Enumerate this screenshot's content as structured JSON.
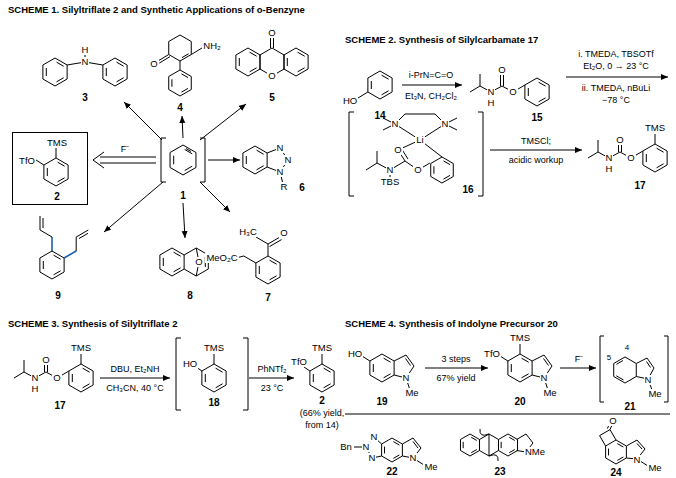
{
  "diagram": {
    "nodes": [
      {
        "text": [
          "TMS",
          "TfO",
          "2"
        ]
      }
    ],
    "labels": [
      "SCHEME 1. Silyltriflate 2 and Synthetic Applications of o-Benzyne",
      "H",
      "N",
      "3",
      "NH₂",
      "O",
      "4",
      "O",
      "O",
      "5",
      "F⁻",
      "1",
      "N",
      "N",
      "N",
      "R",
      "6",
      "9",
      "O",
      "8",
      "H₃C",
      "O",
      "MeO₂C",
      "7",
      "SCHEME 2. Synthesis of Silylcarbamate 17",
      "HO",
      "14",
      "i-PrN=C=O",
      "Et₃N, CH₂Cl₂",
      "O",
      "N",
      "H",
      "O",
      "15",
      "i. TMEDA, TBSOTf",
      "Et₂O, 0 → 23 °C",
      "ii. TMEDA, nBuLi",
      "−78 °C",
      "N",
      "N",
      "Li",
      "O",
      "N",
      "O",
      "TBS",
      "16",
      "TMSCl;",
      "acidic workup",
      "TMS",
      "O",
      "N",
      "H",
      "O",
      "17",
      "SCHEME 3. Synthesis of Silyltriflate 2",
      "TMS",
      "O",
      "N",
      "H",
      "O",
      "17",
      "DBU, Et₂NH",
      "CH₃CN, 40 °C",
      "TMS",
      "HO",
      "18",
      "PhNTf₂",
      "23 °C",
      "TMS",
      "TfO",
      "2",
      "(66% yield,",
      "from 14)",
      "SCHEME 4. Synthesis of Indolyne Precursor 20",
      "HO",
      "N",
      "Me",
      "19",
      "3 steps",
      "67% yield",
      "TMS",
      "TfO",
      "N",
      "Me",
      "20",
      "F⁻",
      "4",
      "5",
      "N",
      "Me",
      "21",
      "N",
      "Bn",
      "N",
      "N",
      "N",
      "Me",
      "22",
      "NMe",
      "23",
      "O",
      "N",
      "Me",
      "24"
    ]
  }
}
